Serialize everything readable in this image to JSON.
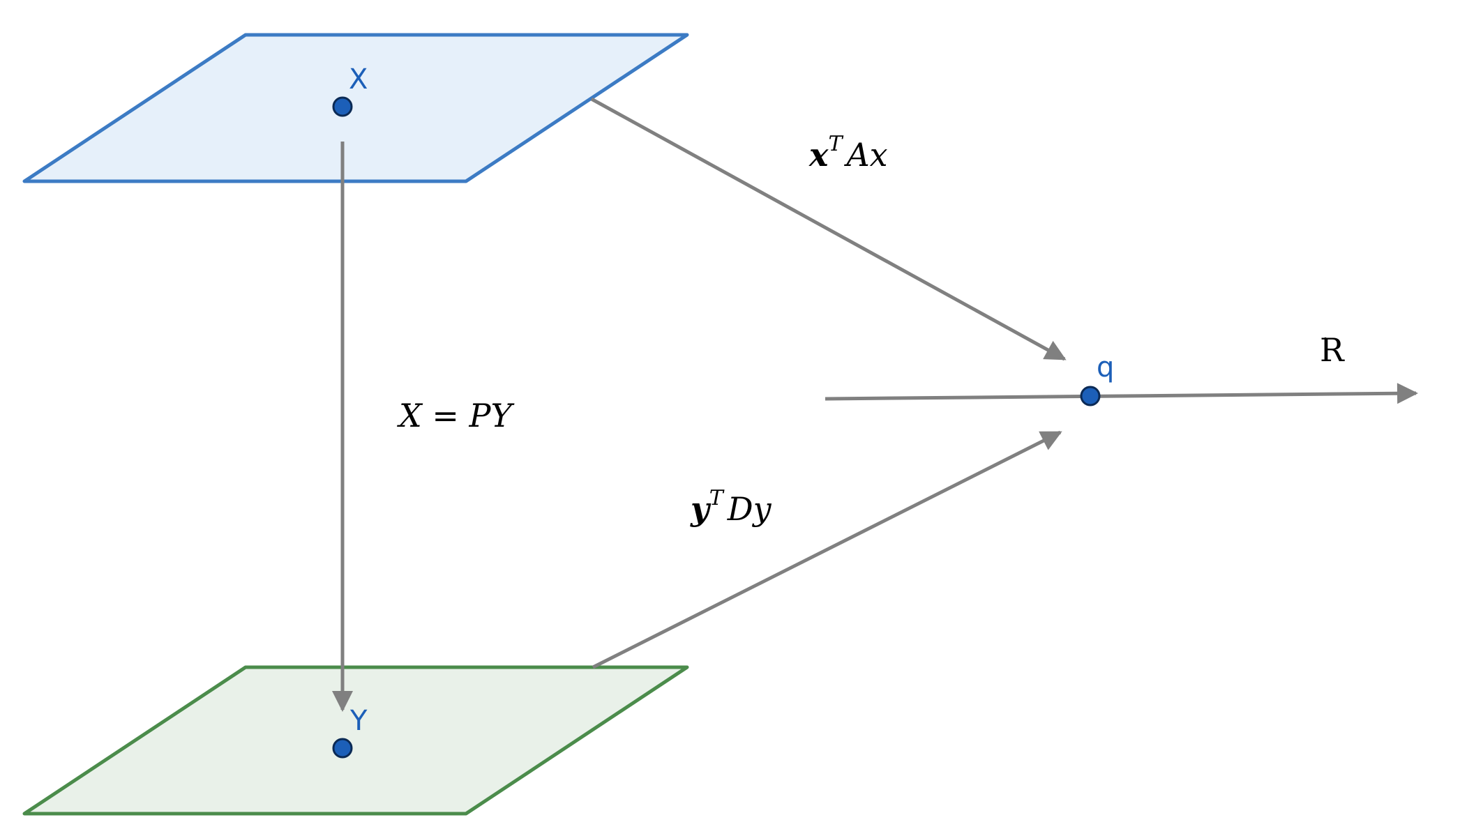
{
  "colors": {
    "arrow": "#808080",
    "plane_x_stroke": "#3c7bc4",
    "plane_x_fill": "#e6f0fa",
    "plane_y_stroke": "#4b8c4b",
    "plane_y_fill": "#e9f1e9",
    "point_fill": "#1c5fb8",
    "point_label": "#1c5fb8"
  },
  "points": {
    "x_label": "X",
    "y_label": "Y",
    "q_label": "q"
  },
  "maps": {
    "x_to_q": {
      "base": "x",
      "sup": "T",
      "rest": "Ax"
    },
    "y_to_q": {
      "base": "y",
      "sup": "T",
      "rest": "Dy"
    },
    "x_to_y": {
      "left": "X",
      "eq": " = ",
      "right": "PY"
    }
  },
  "axis": {
    "label": "R"
  }
}
